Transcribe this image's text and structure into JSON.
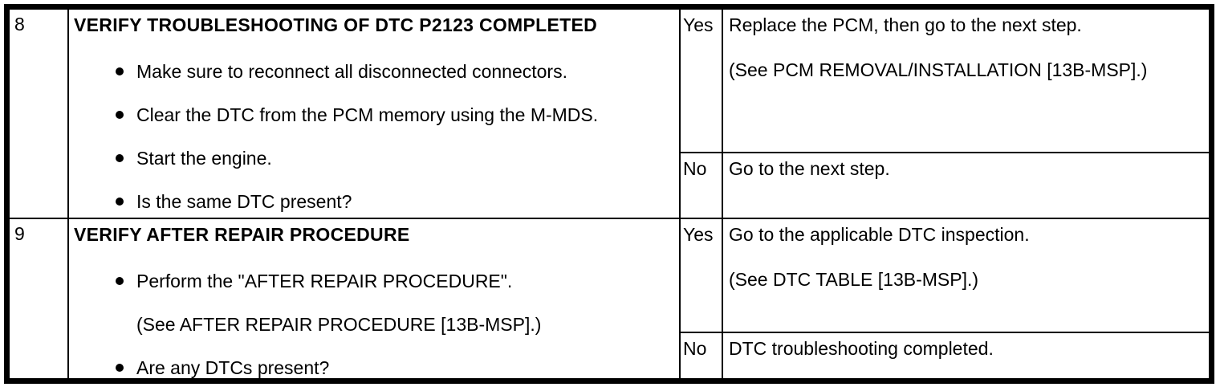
{
  "doc": {
    "kind": "dtc-troubleshooting-table",
    "colors": {
      "border": "#000000",
      "background": "#ffffff",
      "text": "#000000"
    },
    "steps": [
      {
        "number": "8",
        "title": "VERIFY TROUBLESHOOTING OF DTC P2123 COMPLETED",
        "action_items": [
          {
            "bullet": true,
            "text": "Make sure to reconnect all disconnected connectors."
          },
          {
            "bullet": true,
            "text": "Clear the DTC from the PCM memory using the M-MDS."
          },
          {
            "bullet": true,
            "text": "Start the engine."
          },
          {
            "bullet": true,
            "text": "Is the same DTC present?"
          }
        ],
        "yes": {
          "label": "Yes",
          "lines": [
            "Replace the PCM, then go to the next step.",
            "(See PCM REMOVAL/INSTALLATION [13B-MSP].)"
          ]
        },
        "no": {
          "label": "No",
          "lines": [
            "Go to the next step."
          ]
        }
      },
      {
        "number": "9",
        "title": "VERIFY AFTER REPAIR PROCEDURE",
        "action_items": [
          {
            "bullet": true,
            "text": "Perform the \"AFTER REPAIR PROCEDURE\"."
          },
          {
            "bullet": false,
            "text": "(See AFTER REPAIR PROCEDURE [13B-MSP].)"
          },
          {
            "bullet": true,
            "text": "Are any DTCs present?"
          }
        ],
        "yes": {
          "label": "Yes",
          "lines": [
            "Go to the applicable DTC inspection.",
            "(See DTC TABLE [13B-MSP].)"
          ]
        },
        "no": {
          "label": "No",
          "lines": [
            "DTC troubleshooting completed."
          ]
        }
      }
    ]
  }
}
